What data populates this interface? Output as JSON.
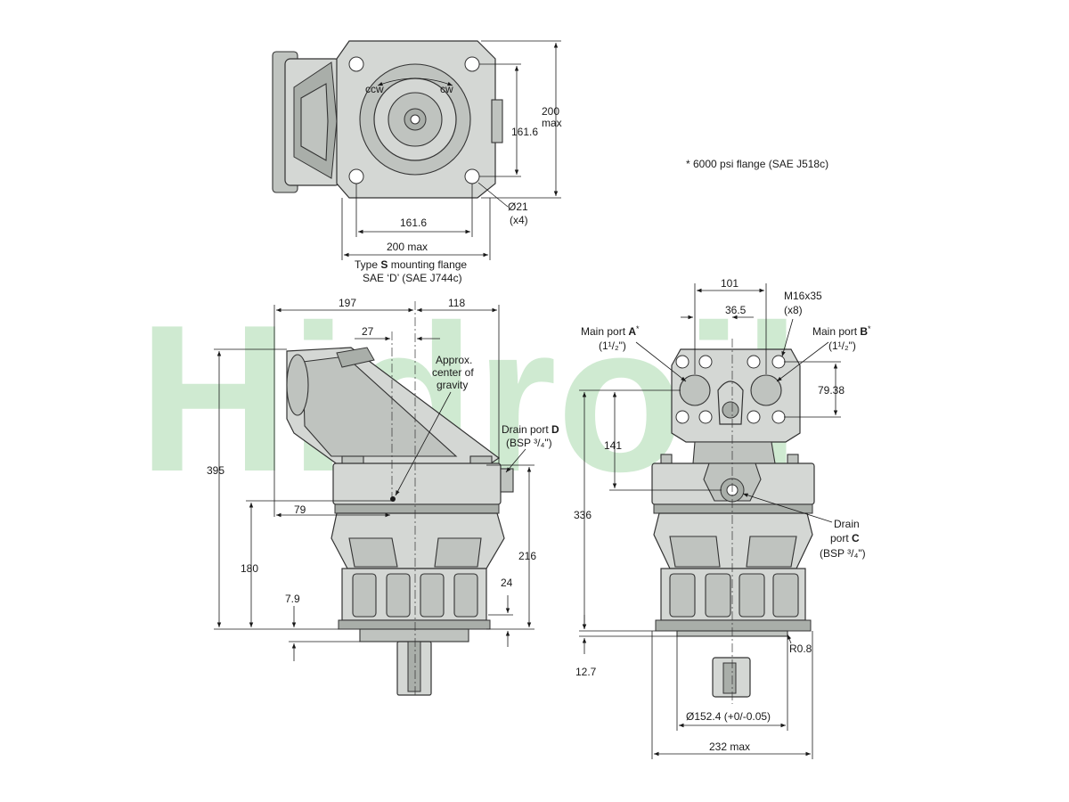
{
  "watermark": "Hidroil",
  "note": "* 6000 psi flange (SAE J518c)",
  "top_view": {
    "ccw": "ccw",
    "cw": "cw",
    "height_max": "200",
    "height_max_suffix": "max",
    "bolt_spacing_vertical": "161.6",
    "bolt_spacing_horizontal": "161.6",
    "hole_dia": "Ø21",
    "hole_count": "(x4)",
    "width_max": "200 max",
    "caption_line1_pre": "Type ",
    "caption_line1_bold": "S",
    "caption_line1_post": " mounting flange",
    "caption_line2": "SAE ‘D’ (SAE J744c)"
  },
  "side_view": {
    "dim_197": "197",
    "dim_118": "118",
    "dim_27": "27",
    "cog_line1": "Approx.",
    "cog_line2": "center of",
    "cog_line3": "gravity",
    "drain_d_line1_pre": "Drain port ",
    "drain_d_line1_bold": "D",
    "drain_d_line2": "(BSP ³/₄\")",
    "dim_395": "395",
    "dim_79": "79",
    "dim_180": "180",
    "dim_216": "216",
    "dim_24": "24",
    "dim_7_9": "7.9"
  },
  "front_view": {
    "dim_101": "101",
    "dim_36_5": "36.5",
    "bolt_spec": "M16x35",
    "bolt_count": "(x8)",
    "port_a_pre": "Main port ",
    "port_a_bold": "A",
    "port_a_star": "*",
    "port_a_size": "(1¹/₂\")",
    "port_b_pre": "Main port ",
    "port_b_bold": "B",
    "port_b_star": "*",
    "port_b_size": "(1¹/₂\")",
    "dim_79_38": "79.38",
    "dim_141": "141",
    "dim_336": "336",
    "drain_c_line1": "Drain",
    "drain_c_line2_pre": "port ",
    "drain_c_line2_bold": "C",
    "drain_c_line3": "(BSP ³/₄\")",
    "dim_12_7": "12.7",
    "radius": "R0.8",
    "pilot_dia": "Ø152.4 (+0/-0.05)",
    "width_max": "232 max"
  }
}
